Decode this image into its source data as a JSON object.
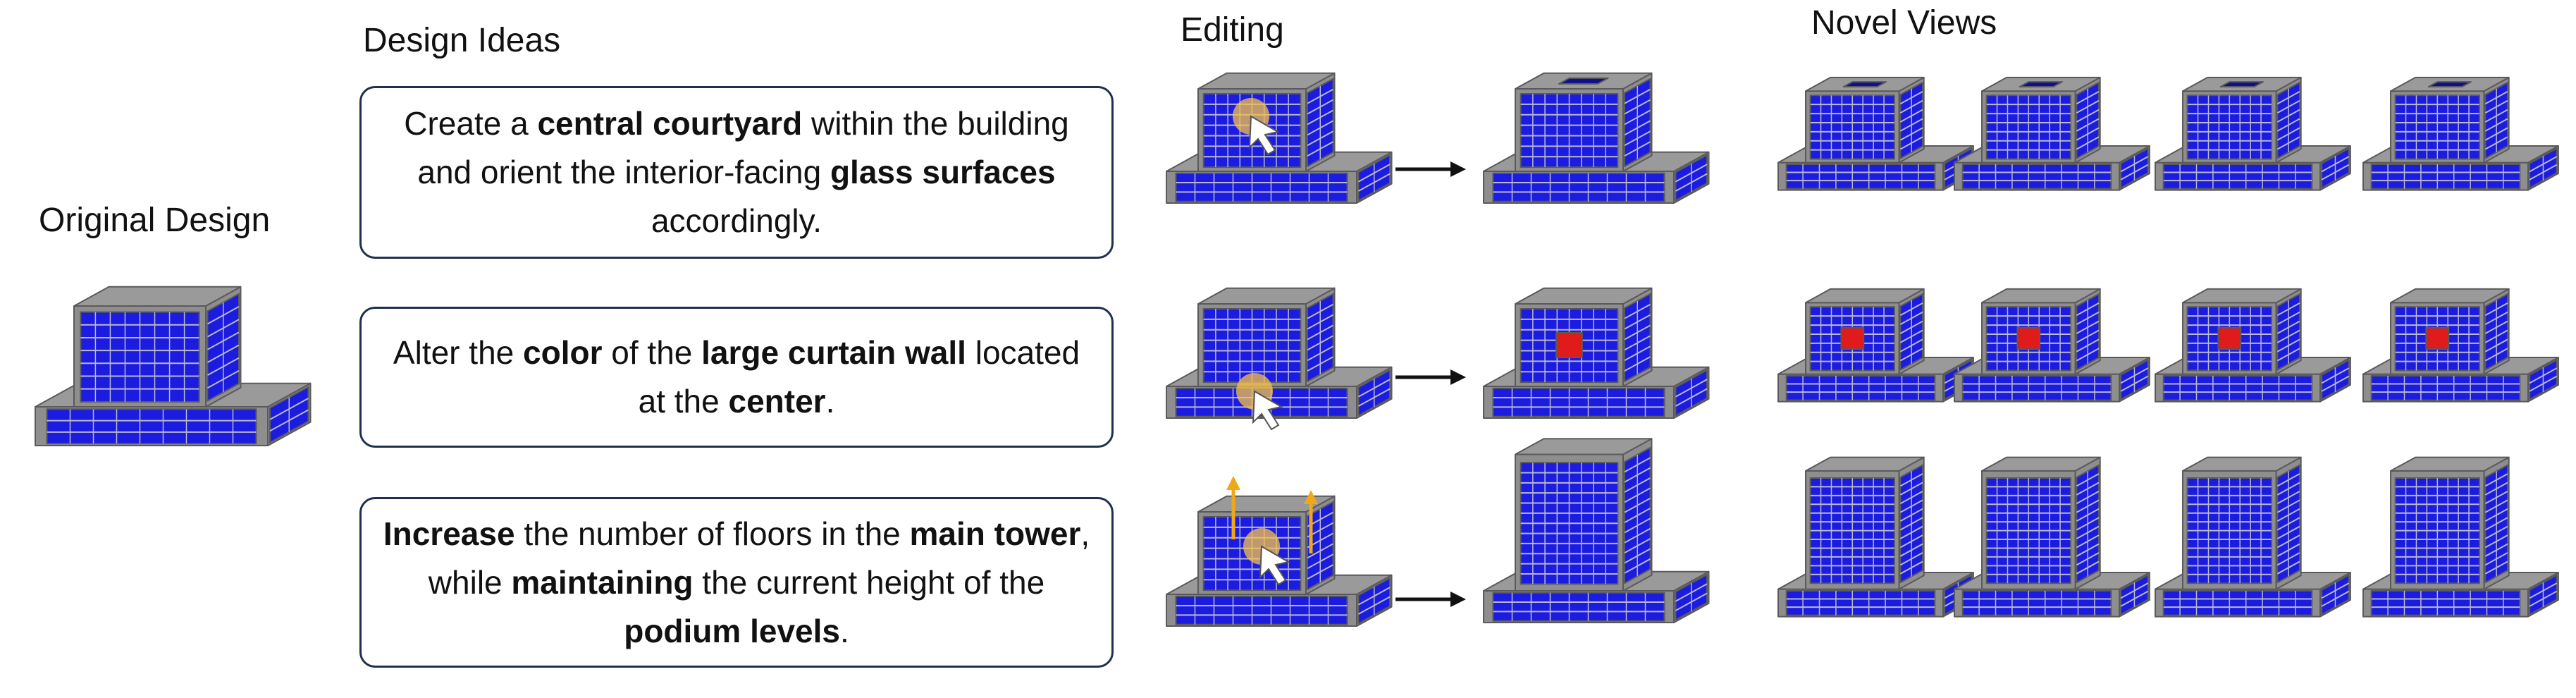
{
  "headers": {
    "original": "Original Design",
    "ideas": "Design Ideas",
    "editing": "Editing",
    "views": "Novel Views"
  },
  "ideas": [
    [
      {
        "t": "Create a ",
        "b": false
      },
      {
        "t": "central courtyard",
        "b": true
      },
      {
        "t": " within the building and orient the interior-facing ",
        "b": false
      },
      {
        "t": "glass surfaces",
        "b": true
      },
      {
        "t": " accordingly.",
        "b": false
      }
    ],
    [
      {
        "t": "Alter the ",
        "b": false
      },
      {
        "t": "color",
        "b": true
      },
      {
        "t": " of the ",
        "b": false
      },
      {
        "t": "large curtain wall",
        "b": true
      },
      {
        "t": " located at the ",
        "b": false
      },
      {
        "t": "center",
        "b": true
      },
      {
        "t": ".",
        "b": false
      }
    ],
    [
      {
        "t": "Increase",
        "b": true
      },
      {
        "t": " the number of floors in the ",
        "b": false
      },
      {
        "t": "main tower",
        "b": true
      },
      {
        "t": ", while ",
        "b": false
      },
      {
        "t": "maintaining",
        "b": true
      },
      {
        "t": " the current height of the ",
        "b": false
      },
      {
        "t": "podium levels",
        "b": true
      },
      {
        "t": ".",
        "b": false
      }
    ]
  ],
  "colors": {
    "glass": "#1c1ce0",
    "wall": "#8e8e8e",
    "wall_dark": "#6f6f6f",
    "roof": "#9a9a9a",
    "mullion": "#b9b9c9",
    "highlight": "#e01b1b",
    "cursor_glow": "#f5c24a",
    "arrow": "#111111",
    "box_border": "#1f2f4f"
  },
  "icons": [
    "cursor-icon",
    "arrow-right-icon",
    "arrow-up-icon"
  ]
}
